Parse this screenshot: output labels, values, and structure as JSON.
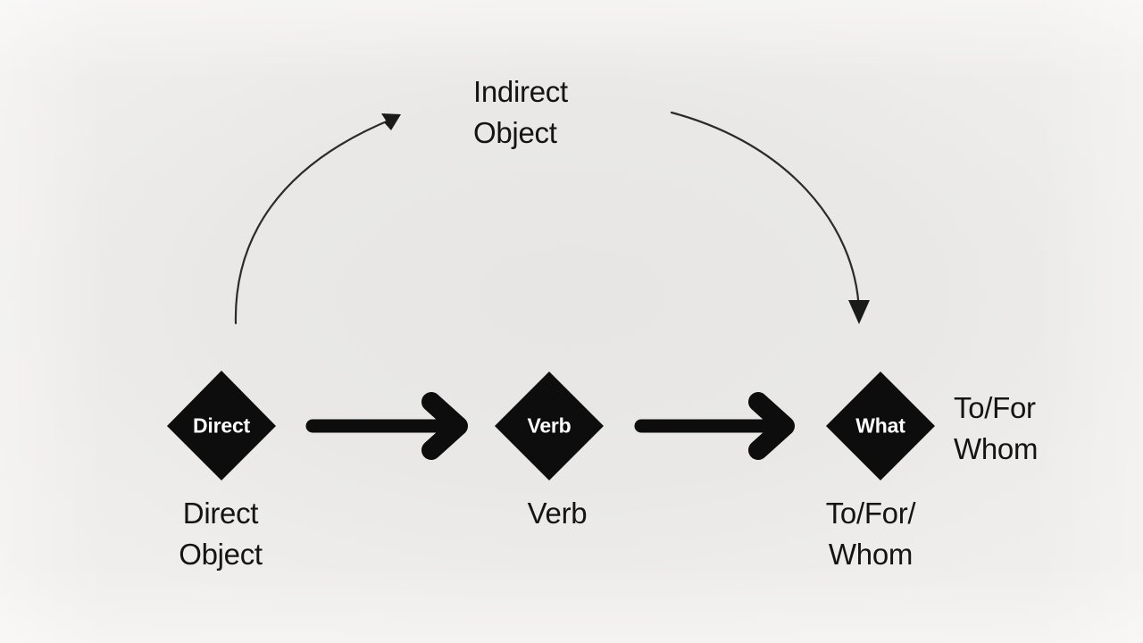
{
  "diagram": {
    "title_label": "Indirect Object",
    "background_color": "#e8e7e5",
    "shape_color": "#0d0d0d",
    "text_color": "#141414",
    "node_text_color": "#ffffff",
    "nodes": [
      {
        "id": "direct",
        "badge": "Direct",
        "caption": "Direct\nObject"
      },
      {
        "id": "verb",
        "badge": "Verb",
        "caption": "Verb"
      },
      {
        "id": "what",
        "badge": "What",
        "caption": "To/For/\nWhom"
      }
    ],
    "side_label": "To/For\nWhom",
    "top_label": "Indirect\nObject",
    "connectors": [
      {
        "id": "arrow-direct-to-verb",
        "kind": "straight-arrow"
      },
      {
        "id": "arrow-verb-to-what",
        "kind": "straight-arrow"
      },
      {
        "id": "curve-up-to-indirect-object",
        "kind": "curved-arrow"
      },
      {
        "id": "curve-down-from-indirect-object",
        "kind": "curved-arrow"
      }
    ]
  }
}
